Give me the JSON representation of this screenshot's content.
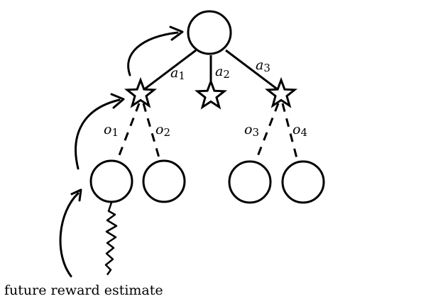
{
  "diagram": {
    "caption": "future reward estimate",
    "actions": [
      {
        "symbol": "a",
        "index": "1"
      },
      {
        "symbol": "a",
        "index": "2"
      },
      {
        "symbol": "a",
        "index": "3"
      }
    ],
    "observations": [
      {
        "symbol": "o",
        "index": "1"
      },
      {
        "symbol": "o",
        "index": "2"
      },
      {
        "symbol": "o",
        "index": "3"
      },
      {
        "symbol": "o",
        "index": "4"
      }
    ]
  }
}
